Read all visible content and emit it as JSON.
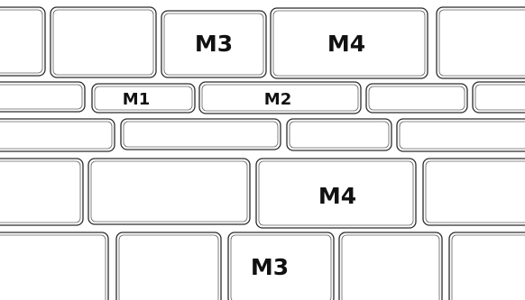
{
  "diagram": {
    "style": {
      "line_color": "#2b2b2b",
      "text_color": "#111111",
      "background": "#ffffff"
    },
    "labels": {
      "row1_brick3": "M3",
      "row1_brick4": "M4",
      "row2_brick2": "M1",
      "row2_brick3": "M2",
      "row4_brick3": "M4",
      "row5_brick3": "M3"
    }
  }
}
